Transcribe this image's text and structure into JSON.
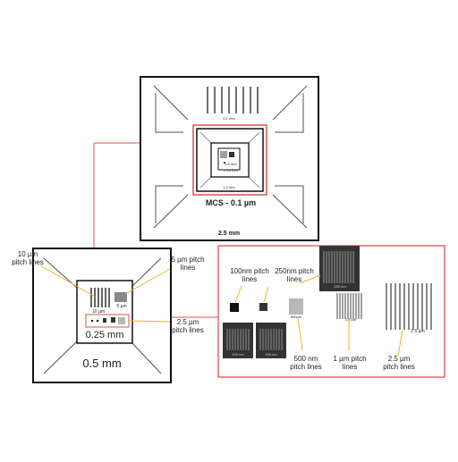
{
  "colors": {
    "accent": "#d9534f",
    "callout": "#f0b030",
    "ink": "#111111",
    "dark_chip": "#333333"
  },
  "top_panel": {
    "label_0_1mm": "0.1 mm",
    "label_small_0_5": "0.5 mm",
    "label_small_0_25": "0.25 mm",
    "label_1_0mm": "1.0 mm",
    "title": "MCS - 0.1 µm",
    "label_2_5mm": "2.5 mm"
  },
  "bottom_panel": {
    "callout_10um": "10 µm\npitch lines",
    "callout_5um": "5 µm pitch\nlines",
    "callout_2_5um": "2.5 µm\npitch lines",
    "inner_10um": "10 µm",
    "inner_5um": "5 µm",
    "label_0_25mm": "0.25 mm",
    "label_0_5mm": "0.5 mm"
  },
  "detail_panel": {
    "label_100nm": "100nm pitch\nlines",
    "label_250nm": "250nm pitch\nlines",
    "label_500nm": "500 nm\npitch lines",
    "label_1um": "1 µm pitch\nlines",
    "label_2_5um": "2.5 µm\npitch lines",
    "inner_2_5um": "2.5 µm",
    "inner_1um": "1.0 µm",
    "inner_500nm": "500nm",
    "chip_caption_100nm": "100 nm",
    "chip_caption_250nm": "250 nm",
    "chip_caption_large": "250 nm"
  }
}
